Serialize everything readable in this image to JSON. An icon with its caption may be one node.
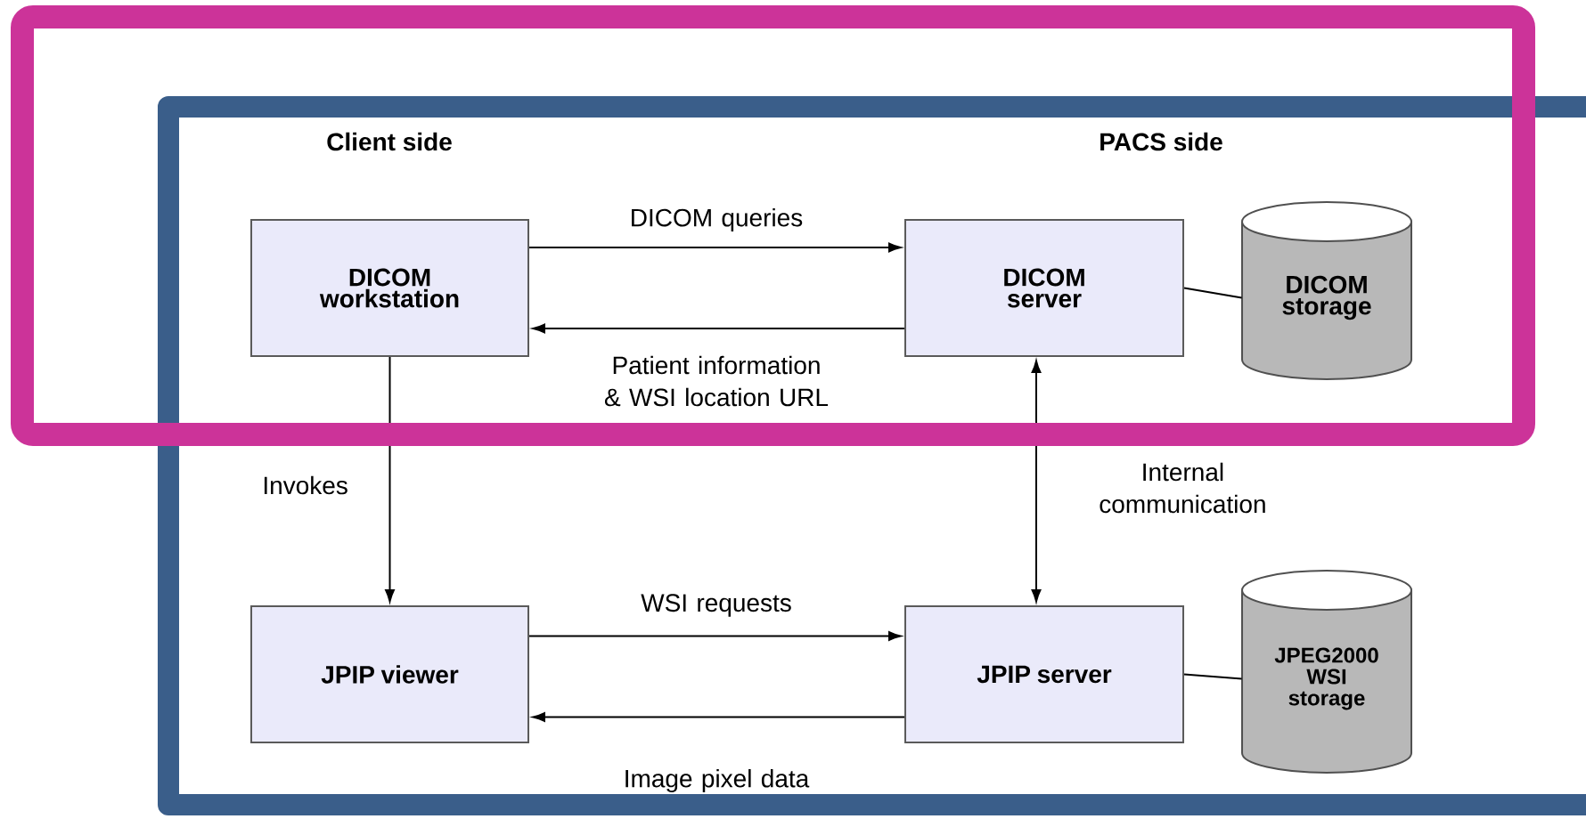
{
  "diagram": {
    "nodes": [
      {
        "text": [
          "DICOM workstation"
        ]
      },
      {
        "text": [
          "DICOM server"
        ]
      },
      {
        "text": [
          "DICOM storage"
        ]
      },
      {
        "text": [
          "JPIP viewer"
        ]
      },
      {
        "text": [
          "JPIP server"
        ]
      },
      {
        "text": [
          "JPEG2000 WSI storage"
        ]
      }
    ],
    "edges": [
      {
        "from": 0,
        "to": 1,
        "arrow": "to",
        "label": "DICOM queries"
      },
      {
        "from": 1,
        "to": 0,
        "arrow": "to",
        "label": "Patient information & WSI location URL"
      },
      {
        "from": 1,
        "to": 2,
        "arrow": "none"
      },
      {
        "from": 0,
        "to": 3,
        "arrow": "to",
        "label": "Invokes"
      },
      {
        "from": 1,
        "to": 4,
        "arrow": "both",
        "label": "Internal communication"
      },
      {
        "from": 3,
        "to": 4,
        "arrow": "to",
        "label": "WSI requests"
      },
      {
        "from": 4,
        "to": 3,
        "arrow": "to",
        "label": "Image pixel data"
      },
      {
        "from": 4,
        "to": 5,
        "arrow": "none"
      }
    ],
    "labels": [
      "Client side",
      "PACS side"
    ]
  }
}
